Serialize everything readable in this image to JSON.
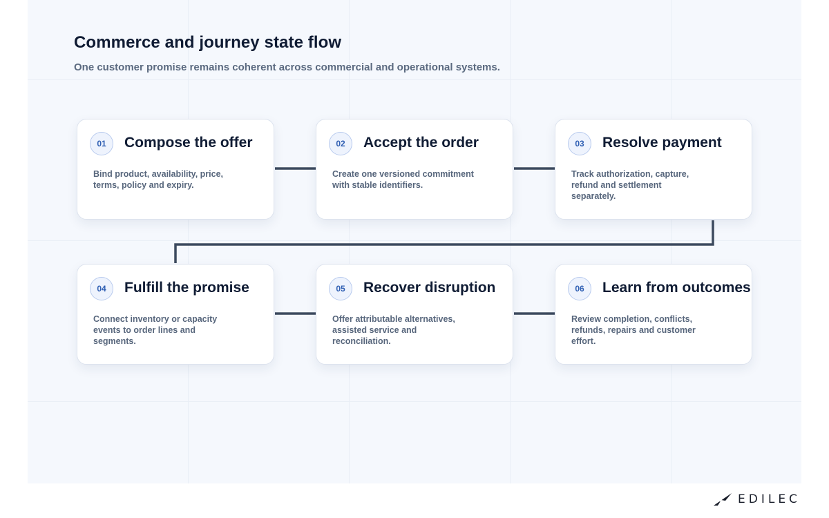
{
  "header": {
    "title": "Commerce and journey state flow",
    "subtitle": "One customer promise remains coherent across commercial and operational systems."
  },
  "steps": [
    {
      "number": "01",
      "title": "Compose the offer",
      "description": "Bind product, availability, price, terms, policy and expiry."
    },
    {
      "number": "02",
      "title": "Accept the order",
      "description": "Create one versioned commitment with stable identifiers."
    },
    {
      "number": "03",
      "title": "Resolve payment",
      "description": "Track authorization, capture, refund and settlement separately."
    },
    {
      "number": "04",
      "title": "Fulfill the promise",
      "description": "Connect inventory or capacity events to order lines and segments."
    },
    {
      "number": "05",
      "title": "Recover disruption",
      "description": "Offer attributable alternatives, assisted service and reconciliation."
    },
    {
      "number": "06",
      "title": "Learn from outcomes",
      "description": "Review completion, conflicts, refunds, repairs and customer effort."
    }
  ],
  "brand": {
    "name": "EDILEC"
  },
  "colors": {
    "connector": "#3d4a5e",
    "badge_border": "#b9cbee",
    "badge_text": "#2f5fb3"
  }
}
